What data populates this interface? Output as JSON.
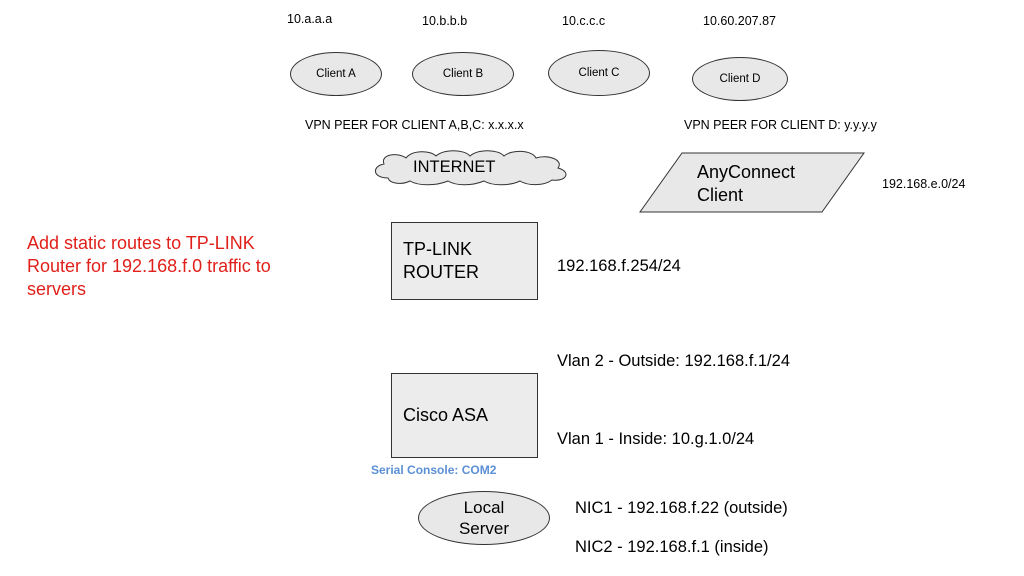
{
  "clients": [
    {
      "name": "Client A",
      "ip": "10.a.a.a"
    },
    {
      "name": "Client B",
      "ip": "10.b.b.b"
    },
    {
      "name": "Client C",
      "ip": "10.c.c.c"
    },
    {
      "name": "Client D",
      "ip": "10.60.207.87"
    }
  ],
  "vpn_peers": {
    "abc": "VPN PEER FOR CLIENT A,B,C: x.x.x.x",
    "d": "VPN PEER FOR CLIENT D: y.y.y.y"
  },
  "internet": {
    "label": "INTERNET"
  },
  "anyconnect": {
    "line1": "AnyConnect",
    "line2": "Client",
    "subnet": "192.168.e.0/24"
  },
  "note": {
    "line1": "Add static routes to TP-LINK",
    "line2": "Router for 192.168.f.0 traffic to",
    "line3": "servers",
    "color": "#e0201b"
  },
  "tplink": {
    "line1": "TP-LINK",
    "line2": "ROUTER",
    "ip": "192.168.f.254/24"
  },
  "asa": {
    "label": "Cisco ASA",
    "outside": "Vlan 2 - Outside: 192.168.f.1/24",
    "inside": "Vlan 1 - Inside: 10.g.1.0/24",
    "console": "Serial Console: COM2",
    "console_color": "#5b8fd6"
  },
  "server": {
    "line1": "Local",
    "line2": "Server",
    "nic1": "NIC1 - 192.168.f.22 (outside)",
    "nic2": "NIC2 - 192.168.f.1 (inside)"
  }
}
